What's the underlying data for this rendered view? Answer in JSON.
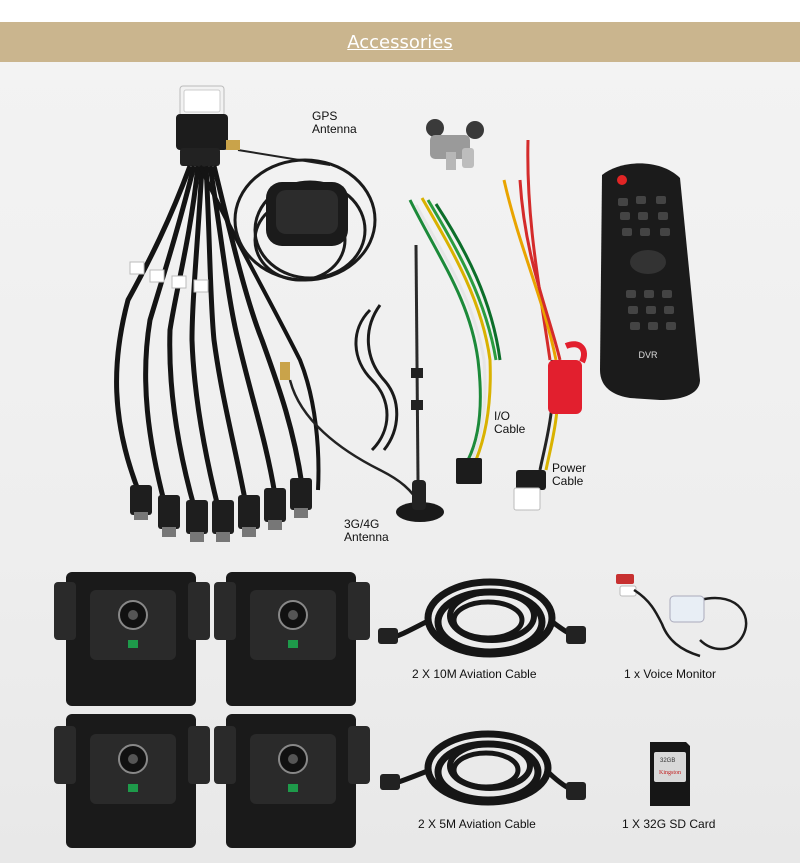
{
  "header": {
    "title": "Accessories"
  },
  "labels": {
    "gps": [
      "GPS",
      "Antenna"
    ],
    "io": [
      "I/O",
      "Cable"
    ],
    "power": [
      "Power",
      "Cable"
    ],
    "antenna": [
      "3G/4G",
      "Antenna"
    ],
    "cable10": "2 X 10M Aviation Cable",
    "voice": "1 x Voice Monitor",
    "cable5": "2 X 5M Aviation Cable",
    "sdcard": "1 X 32G SD Card"
  },
  "remote": {
    "brand": "DVR"
  },
  "sd_card": {
    "capacity": "32GB",
    "brand": "Kingston"
  },
  "colors": {
    "banner": "#cab58e",
    "banner_text": "#ffffff"
  }
}
